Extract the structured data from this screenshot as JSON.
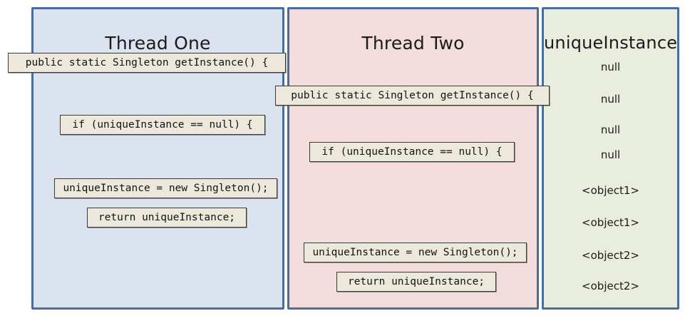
{
  "diagram": {
    "title_thread_one": "Thread One",
    "title_thread_two": "Thread Two",
    "title_state": "uniqueInstance",
    "colors": {
      "thread_one_fill": "#dbe3f0",
      "thread_two_fill": "#f2dcdc",
      "state_fill": "#e9edde",
      "panel_border": "#4a6d9e",
      "code_box_fill": "#ece9dc",
      "code_box_border": "#3a3a38",
      "text": "#1b1b1b"
    }
  },
  "thread_one_steps": [
    {
      "code": "public static Singleton getInstance() {"
    },
    {
      "code": "if (uniqueInstance == null) {"
    },
    {
      "code": "uniqueInstance = new Singleton();"
    },
    {
      "code": "return uniqueInstance;"
    }
  ],
  "thread_two_steps": [
    {
      "code": "public static Singleton getInstance() {"
    },
    {
      "code": "if (uniqueInstance == null) {"
    },
    {
      "code": "uniqueInstance = new Singleton();"
    },
    {
      "code": "return uniqueInstance;"
    }
  ],
  "state_values": [
    {
      "value": "null"
    },
    {
      "value": "null"
    },
    {
      "value": "null"
    },
    {
      "value": "null"
    },
    {
      "value": "<object1>"
    },
    {
      "value": "<object1>"
    },
    {
      "value": "<object2>"
    },
    {
      "value": "<object2>"
    }
  ]
}
